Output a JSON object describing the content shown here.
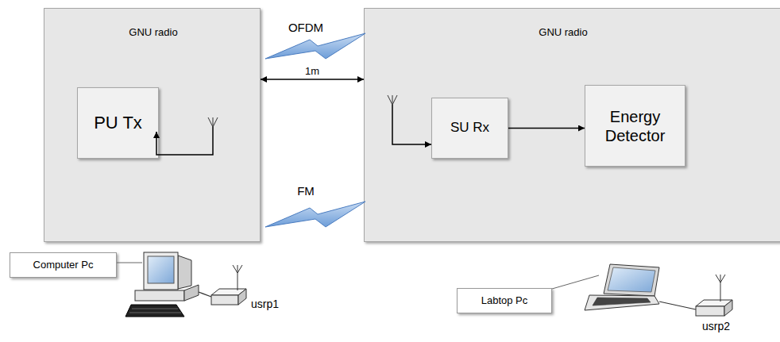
{
  "diagram": {
    "nodes": [
      {
        "text": [
          "GNU radio"
        ]
      },
      {
        "text": [
          "PU Tx"
        ],
        "in": 0
      },
      {
        "text": [
          "GNU radio"
        ]
      },
      {
        "text": [
          "SU Rx"
        ],
        "in": 2
      },
      {
        "text": [
          "Energy Detector"
        ],
        "in": 2
      },
      {
        "text": [
          "Computer Pc"
        ]
      },
      {
        "text": [
          "Labtop Pc"
        ]
      }
    ],
    "edges": [
      {
        "from": 0,
        "to": 2,
        "label": "1m",
        "arrow": "both"
      },
      {
        "from": 3,
        "to": 4,
        "arrow": "to"
      }
    ],
    "labels": [
      "OFDM",
      "FM",
      "usrp1",
      "usrp2"
    ]
  }
}
